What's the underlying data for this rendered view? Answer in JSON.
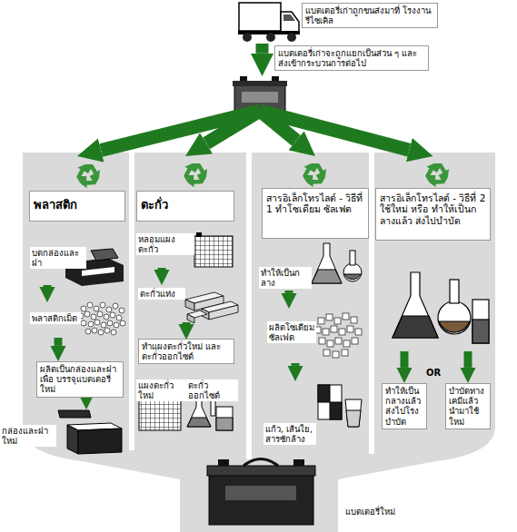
{
  "diagram": {
    "nodes": [
      {
        "text": [
          "แบตเตอรี่เก่าถูกขนส่งมาที่ โรงงานรีไซเคิล"
        ]
      },
      {
        "text": [
          "แบตเตอรี่เก่าจะถูกแยกเป็นส่วน ๆ และ ส่งเข้ากระบวนการต่อไป"
        ]
      },
      {
        "text": [
          "พลาสติก"
        ]
      },
      {
        "text": [
          "บดกล่องและฝา"
        ]
      },
      {
        "text": [
          "พลาสติกเม็ด"
        ]
      },
      {
        "text": [
          "ผลิตเป็นกล่องและฝาเพื่อ บรรจุแบตเตอรี่ใหม่"
        ]
      },
      {
        "text": [
          "กล่องและฝาใหม่"
        ]
      },
      {
        "text": [
          "ตะกั่ว"
        ]
      },
      {
        "text": [
          "หลอมแผงตะกั่ว"
        ]
      },
      {
        "text": [
          "ตะกั่วแท่ง"
        ]
      },
      {
        "text": [
          "ทำแผงตะกั่วใหม่ และ ตะกั่วออกไซด์"
        ]
      },
      {
        "text": [
          "แผงตะกั่วใหม่"
        ]
      },
      {
        "text": [
          "ตะกั่วออกไซด์"
        ]
      },
      {
        "text": [
          "สารอิเล็กโทรไลต์ - วิธีที่ 1 ทำโซเดียม ซัลเฟต"
        ]
      },
      {
        "text": [
          "ทำให้เป็นกลาง"
        ]
      },
      {
        "text": [
          "ผลิตโซเดียม ซัลเฟต"
        ]
      },
      {
        "text": [
          "แก้ว, เส้นใย, สารซักล้าง"
        ]
      },
      {
        "text": [
          "สารอิเล็กโทรไลต์ - วิธีที่ 2 ใช้ใหม่ หรือ ทำให้เป็นกลางแล้ว ส่งไปบำบัด"
        ]
      },
      {
        "text": [
          "ทำให้เป็น กลางแล้ว ส่งไปโรง บำบัด"
        ]
      },
      {
        "text": [
          "บำบัดทาง เคมีแล้ว นำมาใช้ ใหม่"
        ]
      },
      {
        "text": [
          "แบตเตอรี่ใหม่"
        ]
      }
    ],
    "edges": [
      {
        "from": 0,
        "to": 1,
        "arrow": "to"
      },
      {
        "from": 1,
        "to": 2,
        "arrow": "to"
      },
      {
        "from": 1,
        "to": 7,
        "arrow": "to"
      },
      {
        "from": 1,
        "to": 13,
        "arrow": "to"
      },
      {
        "from": 1,
        "to": 17,
        "arrow": "to"
      },
      {
        "from": 3,
        "to": 4,
        "arrow": "to"
      },
      {
        "from": 4,
        "to": 5,
        "arrow": "to"
      },
      {
        "from": 5,
        "to": 6,
        "arrow": "to"
      },
      {
        "from": 8,
        "to": 9,
        "arrow": "to"
      },
      {
        "from": 9,
        "to": 10,
        "arrow": "to"
      },
      {
        "from": 14,
        "to": 15,
        "arrow": "to"
      },
      {
        "from": 15,
        "to": 16,
        "arrow": "to"
      },
      {
        "from": 17,
        "to": 18,
        "arrow": "to"
      },
      {
        "from": 17,
        "to": 19,
        "arrow": "to"
      }
    ],
    "labels": [
      "OR"
    ]
  }
}
